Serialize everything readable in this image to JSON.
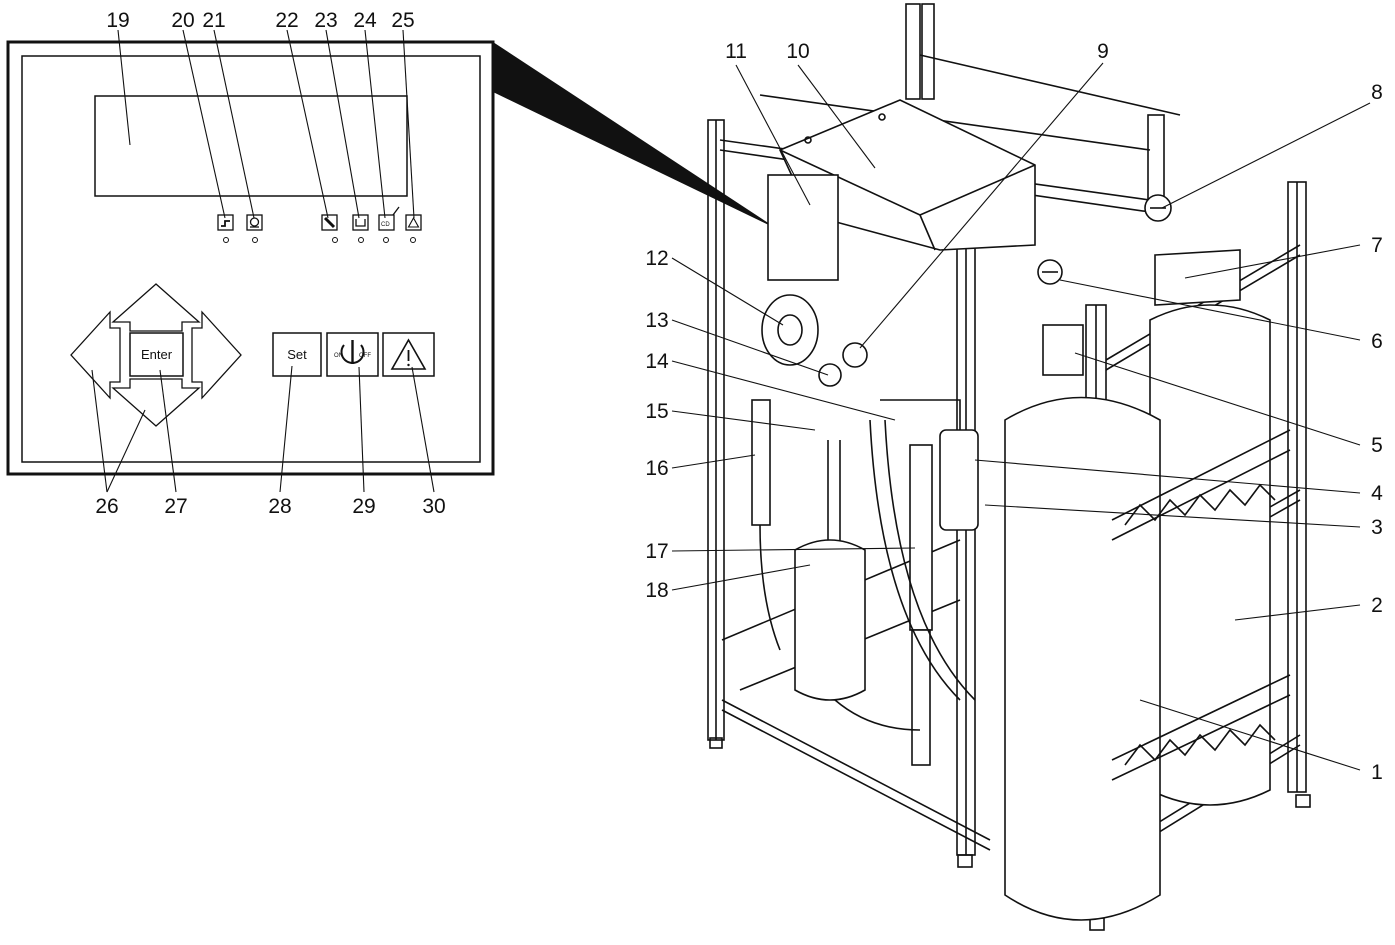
{
  "panel": {
    "buttons": {
      "enter": "Enter",
      "set": "Set",
      "on": "ON",
      "off": "OFF"
    },
    "icons": [
      "tap-icon",
      "pump-icon",
      "wrench-icon",
      "container-icon",
      "cd-icon",
      "warning-icon"
    ],
    "indicator_text_cd": "CD"
  },
  "callouts": {
    "n1": "1",
    "n2": "2",
    "n3": "3",
    "n4": "4",
    "n5": "5",
    "n6": "6",
    "n7": "7",
    "n8": "8",
    "n9": "9",
    "n10": "10",
    "n11": "11",
    "n12": "12",
    "n13": "13",
    "n14": "14",
    "n15": "15",
    "n16": "16",
    "n17": "17",
    "n18": "18",
    "n19": "19",
    "n20": "20",
    "n21": "21",
    "n22": "22",
    "n23": "23",
    "n24": "24",
    "n25": "25",
    "n26": "26",
    "n27": "27",
    "n28": "28",
    "n29": "29",
    "n30": "30"
  }
}
